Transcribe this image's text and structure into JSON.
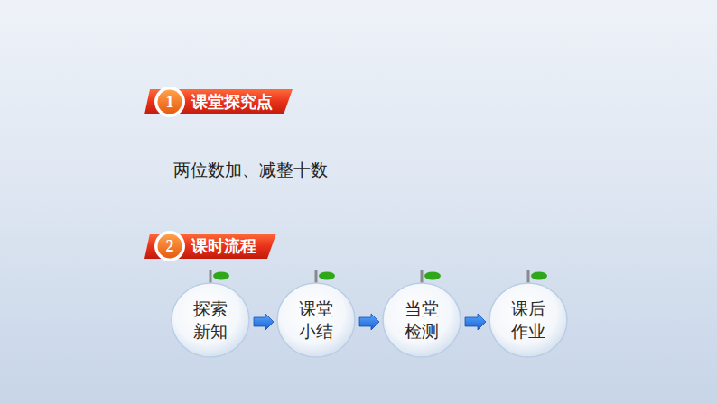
{
  "diagram": {
    "nodes": [
      {
        "text": [
          "1",
          "课堂探究点"
        ]
      },
      {
        "text": [
          "2",
          "课时流程"
        ]
      },
      {
        "text": [
          "探索 新知"
        ]
      },
      {
        "text": [
          "课堂 小结"
        ]
      },
      {
        "text": [
          "当堂 检测"
        ]
      },
      {
        "text": [
          "课后 作业"
        ]
      }
    ],
    "edges": [
      {
        "from": 2,
        "to": 3,
        "arrow": "to"
      },
      {
        "from": 3,
        "to": 4,
        "arrow": "to"
      },
      {
        "from": 4,
        "to": 5,
        "arrow": "to"
      }
    ],
    "labels": [
      "两位数加、减整十数"
    ]
  }
}
